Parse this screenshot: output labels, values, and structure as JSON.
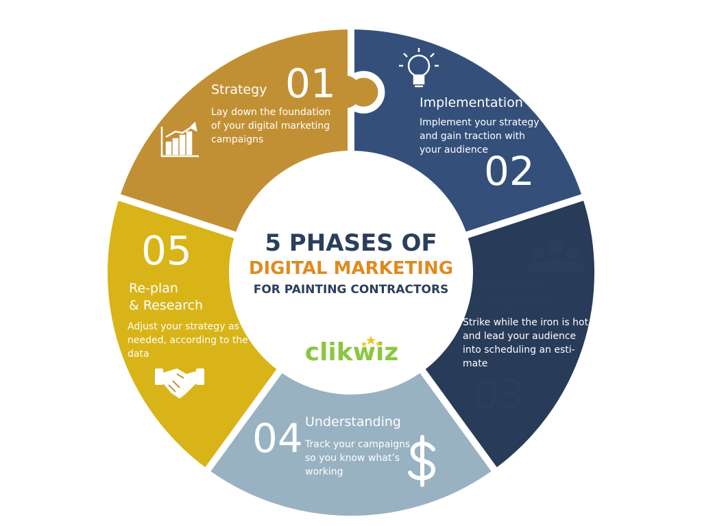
{
  "center": {
    "line1": "5 PHASES OF",
    "line2": "DIGITAL MARKETING",
    "line3": "FOR PAINTING CONTRACTORS",
    "logo": "clikwiz"
  },
  "colors": {
    "strategy": "#34507a",
    "implementation": "#283b58",
    "conversion": "#98b2c2",
    "understanding": "#d8b418",
    "replan": "#c29034",
    "accent_orange": "#e08a1e",
    "logo_green": "#8cc63f",
    "logo_star": "#f3c41c"
  },
  "phases": [
    {
      "number": "01",
      "title": "Strategy",
      "title2": "",
      "desc": [
        "Lay down the foundation",
        "of your digital marketing",
        "campaigns"
      ],
      "icon": "bar-chart-icon"
    },
    {
      "number": "02",
      "title": "Implementation",
      "title2": "",
      "desc": [
        "Implement your strategy",
        "and gain traction with",
        "your audience"
      ],
      "icon": "lightbulb-icon"
    },
    {
      "number": "03",
      "title": "Conversion",
      "title2": "& Expansion",
      "desc": [
        "Strike while the iron is hot",
        "and lead your audience",
        "into scheduling an esti-",
        "mate"
      ],
      "icon": "people-group-icon"
    },
    {
      "number": "04",
      "title": "Understanding",
      "title2": "",
      "desc": [
        "Track your campaigns",
        "so you know what’s",
        "working"
      ],
      "icon": "dollar-icon"
    },
    {
      "number": "05",
      "title": "Re-plan",
      "title2": "& Research",
      "desc": [
        "Adjust your strategy as",
        "needed, according to the",
        "data"
      ],
      "icon": "handshake-icon"
    }
  ]
}
